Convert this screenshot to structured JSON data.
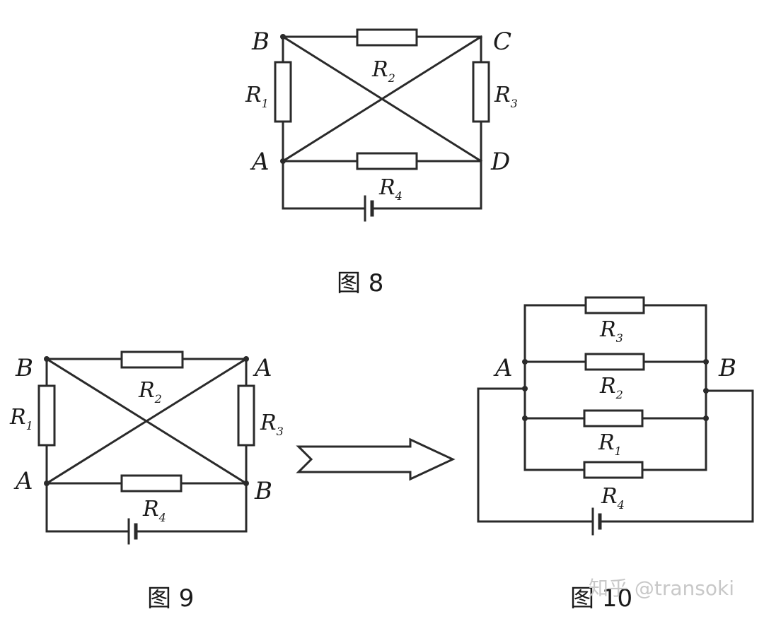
{
  "figures": {
    "fig8": {
      "caption": "图 8",
      "nodes": {
        "B": "B",
        "C": "C",
        "A": "A",
        "D": "D"
      },
      "resistors": {
        "r1": "R",
        "r2": "R",
        "r3": "R",
        "r4": "R"
      },
      "subs": {
        "r1": "1",
        "r2": "2",
        "r3": "3",
        "r4": "4"
      }
    },
    "fig9": {
      "caption": "图 9",
      "nodes": {
        "tl": "B",
        "tr": "A",
        "bl": "A",
        "br": "B"
      },
      "resistors": {
        "r1": "R",
        "r2": "R",
        "r3": "R",
        "r4": "R"
      },
      "subs": {
        "r1": "1",
        "r2": "2",
        "r3": "3",
        "r4": "4"
      }
    },
    "fig10": {
      "caption": "图 10",
      "nodes": {
        "A": "A",
        "B": "B"
      },
      "resistors": {
        "r3": "R",
        "r2": "R",
        "r1": "R",
        "r4": "R"
      },
      "subs": {
        "r3": "3",
        "r2": "2",
        "r1": "1",
        "r4": "4"
      }
    }
  },
  "watermark": "知乎 @transoki"
}
